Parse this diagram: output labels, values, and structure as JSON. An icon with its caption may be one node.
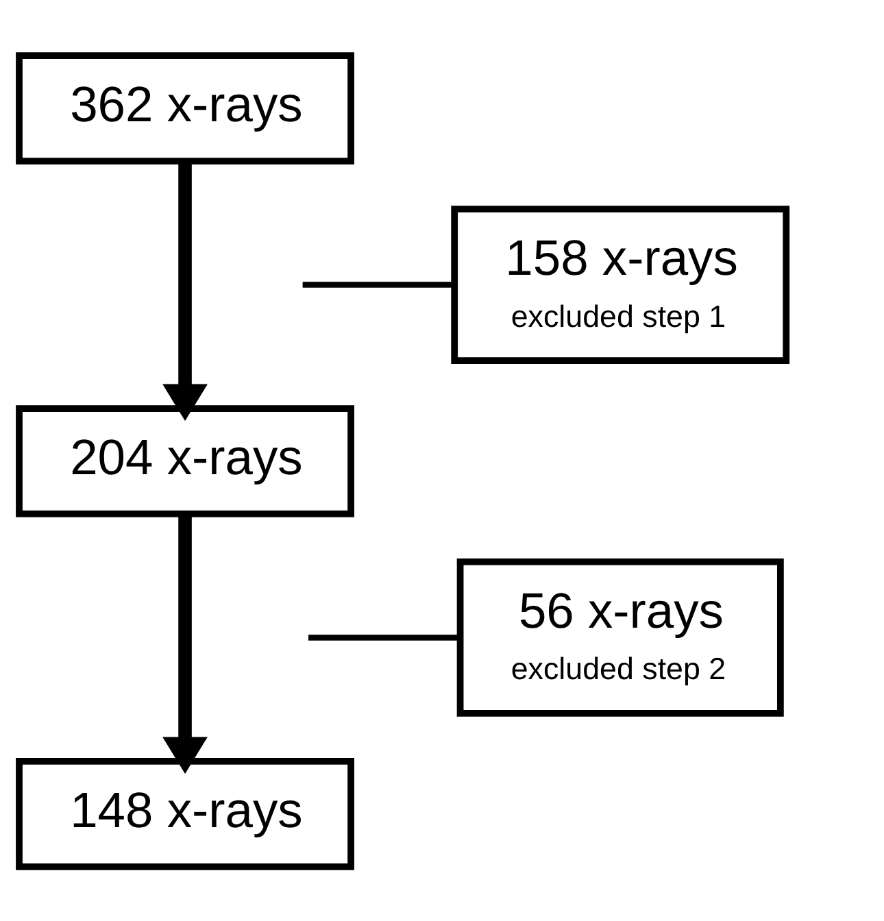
{
  "diagram": {
    "nodes": [
      {
        "text": [
          "362 x-rays"
        ]
      },
      {
        "text": [
          "158 x-rays",
          "excluded step 1"
        ]
      },
      {
        "text": [
          "204 x-rays"
        ]
      },
      {
        "text": [
          "56 x-rays",
          "excluded step 2"
        ]
      },
      {
        "text": [
          "148 x-rays"
        ]
      }
    ],
    "edges": [
      {
        "from": 0,
        "to": 2,
        "arrow": "to",
        "style": "thick"
      },
      {
        "from": null,
        "to": 1,
        "arrow": "none"
      },
      {
        "from": 2,
        "to": 4,
        "arrow": "to",
        "style": "thick"
      },
      {
        "from": null,
        "to": 3,
        "arrow": "none"
      }
    ]
  }
}
